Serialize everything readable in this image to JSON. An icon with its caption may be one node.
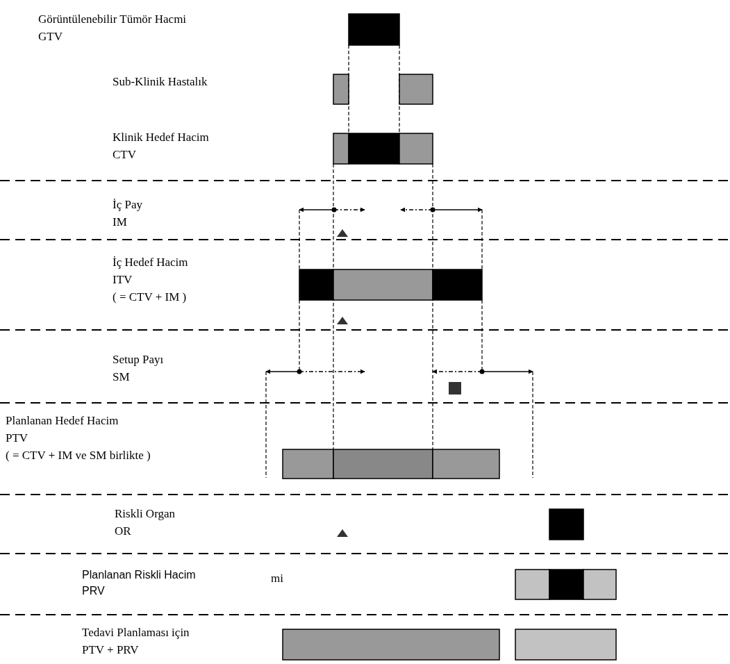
{
  "diagram": {
    "labels": [
      "Görüntülenebilir Tümör Hacmi",
      "GTV",
      "Sub-Klinik Hastalık",
      "Klinik Hedef Hacim",
      "CTV",
      "İç Pay",
      "IM",
      "İç Hedef Hacim",
      "ITV",
      "( = CTV + IM )",
      "Setup Payı",
      "SM",
      "Planlanan Hedef Hacim",
      "PTV",
      "( = CTV + IM ve SM birlikte )",
      "Riskli Organ",
      "OR",
      "Planlanan Riskli Hacim",
      "mi",
      "PRV",
      "Tedavi Planlaması için",
      "PTV + PRV"
    ]
  }
}
